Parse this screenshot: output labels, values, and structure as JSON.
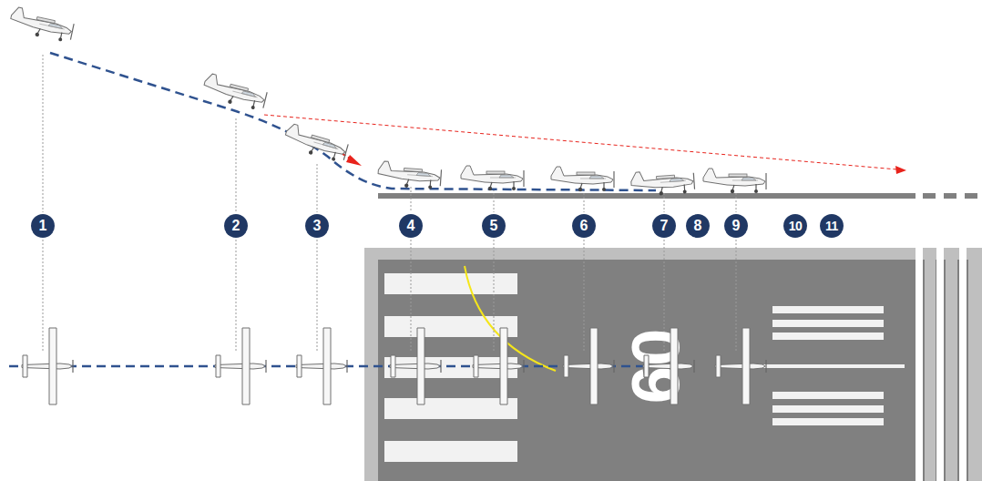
{
  "diagram": {
    "labels": [
      "1",
      "2",
      "3",
      "4",
      "5",
      "6",
      "7",
      "8",
      "9",
      "10",
      "11",
      "09"
    ]
  }
}
